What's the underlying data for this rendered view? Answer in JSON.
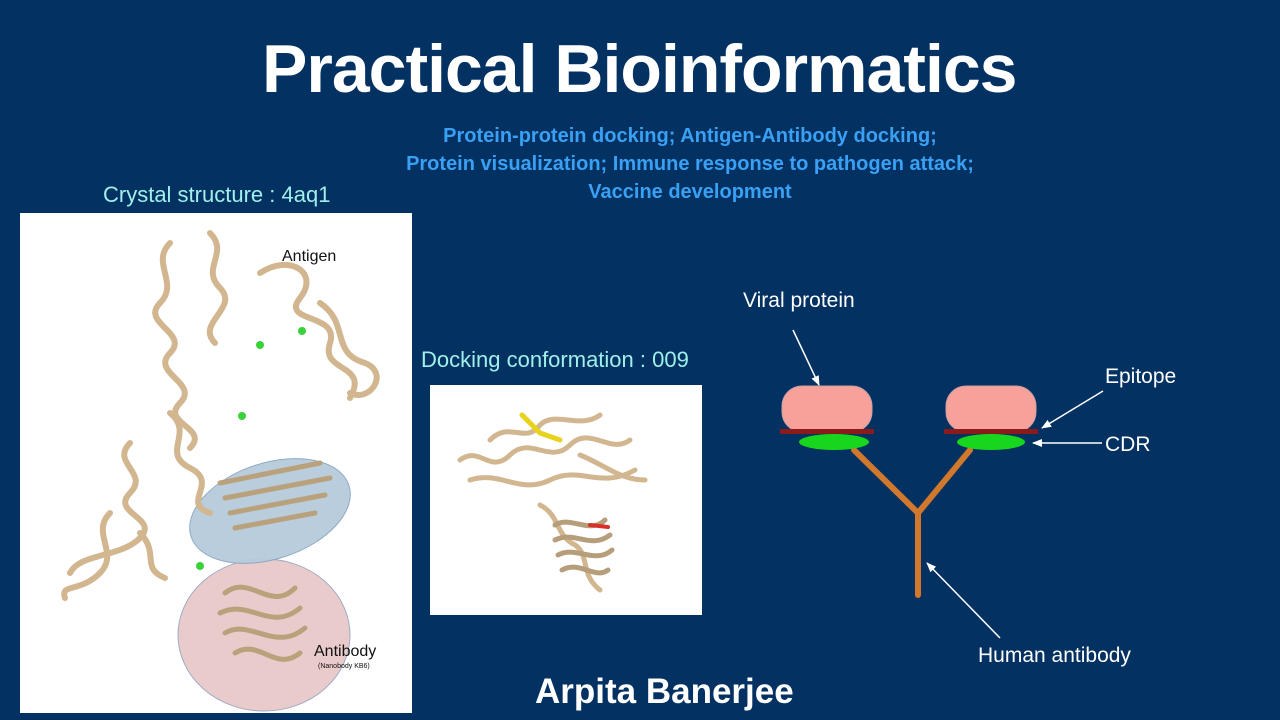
{
  "title": "Practical Bioinformatics",
  "subtitle_lines": [
    "Protein-protein docking; Antigen-Antibody docking;",
    "Protein visualization; Immune response to pathogen attack;",
    "Vaccine development"
  ],
  "crystal": {
    "label": "Crystal structure : 4aq1",
    "antigen_label": "Antigen",
    "antibody_label": "Antibody",
    "antibody_sublabel": "(Nanobody KB6)"
  },
  "docking": {
    "label": "Docking conformation : 009"
  },
  "diagram": {
    "viral_protein": "Viral protein",
    "epitope": "Epitope",
    "cdr": "CDR",
    "human_antibody": "Human antibody"
  },
  "author": "Arpita Banerjee",
  "colors": {
    "background": "#023162",
    "title": "#ffffff",
    "subtitle": "#3aa0f4",
    "panel_label": "#9ff0ea",
    "protein_ribbon": "#d2b690",
    "viral_protein": "#f8a19a",
    "epitope": "#8b1a1a",
    "cdr": "#17d61d",
    "antibody": "#d2782c"
  }
}
